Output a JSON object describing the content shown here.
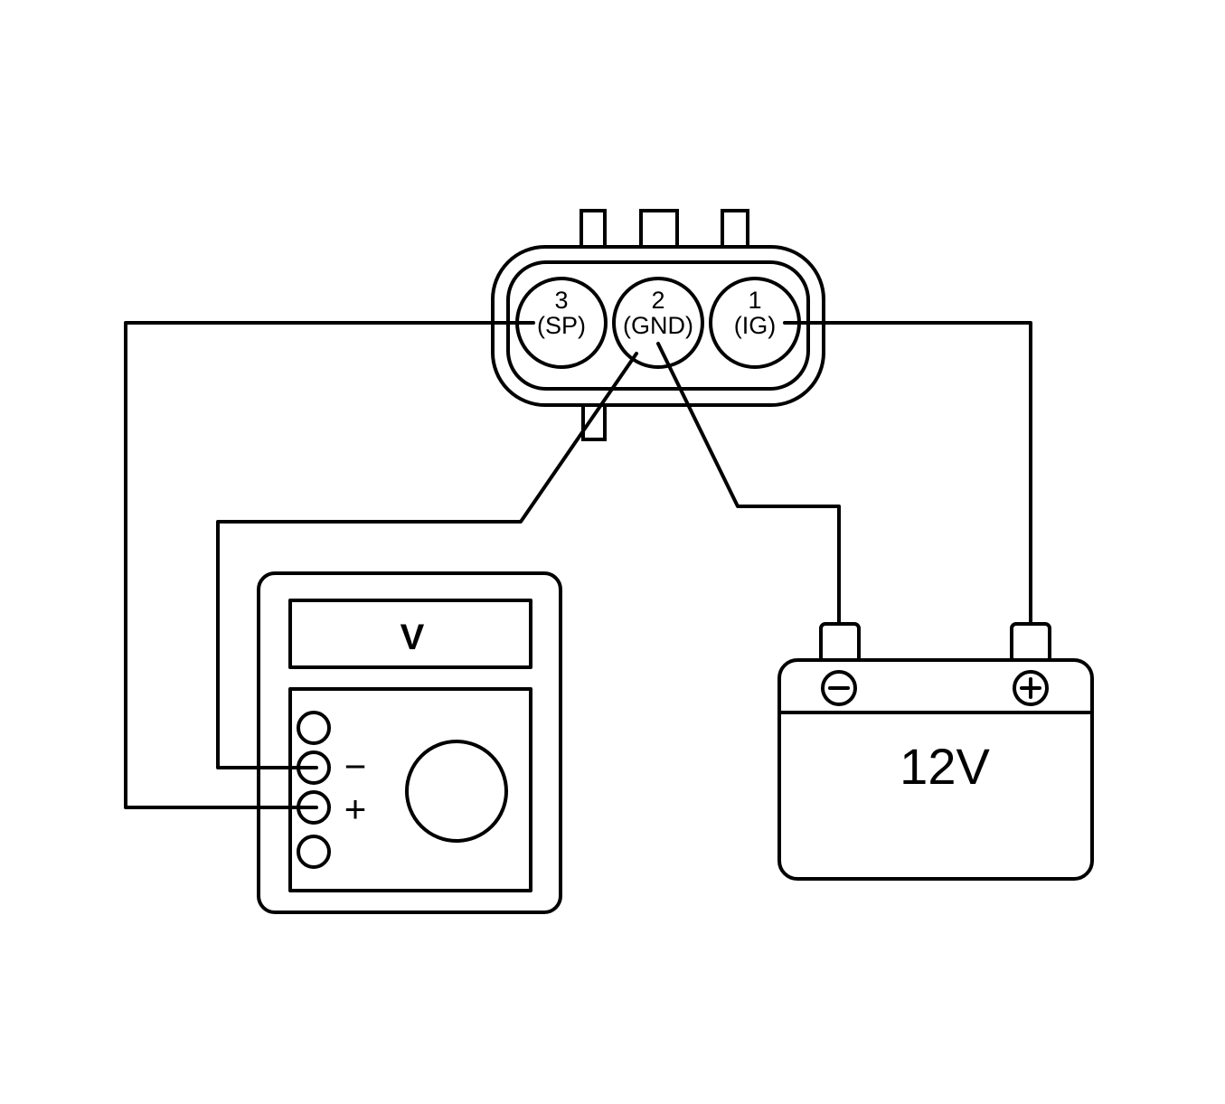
{
  "connector": {
    "pins": [
      {
        "number": "3",
        "signal": "(SP)"
      },
      {
        "number": "2",
        "signal": "(GND)"
      },
      {
        "number": "1",
        "signal": "(IG)"
      }
    ]
  },
  "meter": {
    "display": "V",
    "minus_label": "−",
    "plus_label": "+"
  },
  "battery": {
    "label": "12V"
  }
}
